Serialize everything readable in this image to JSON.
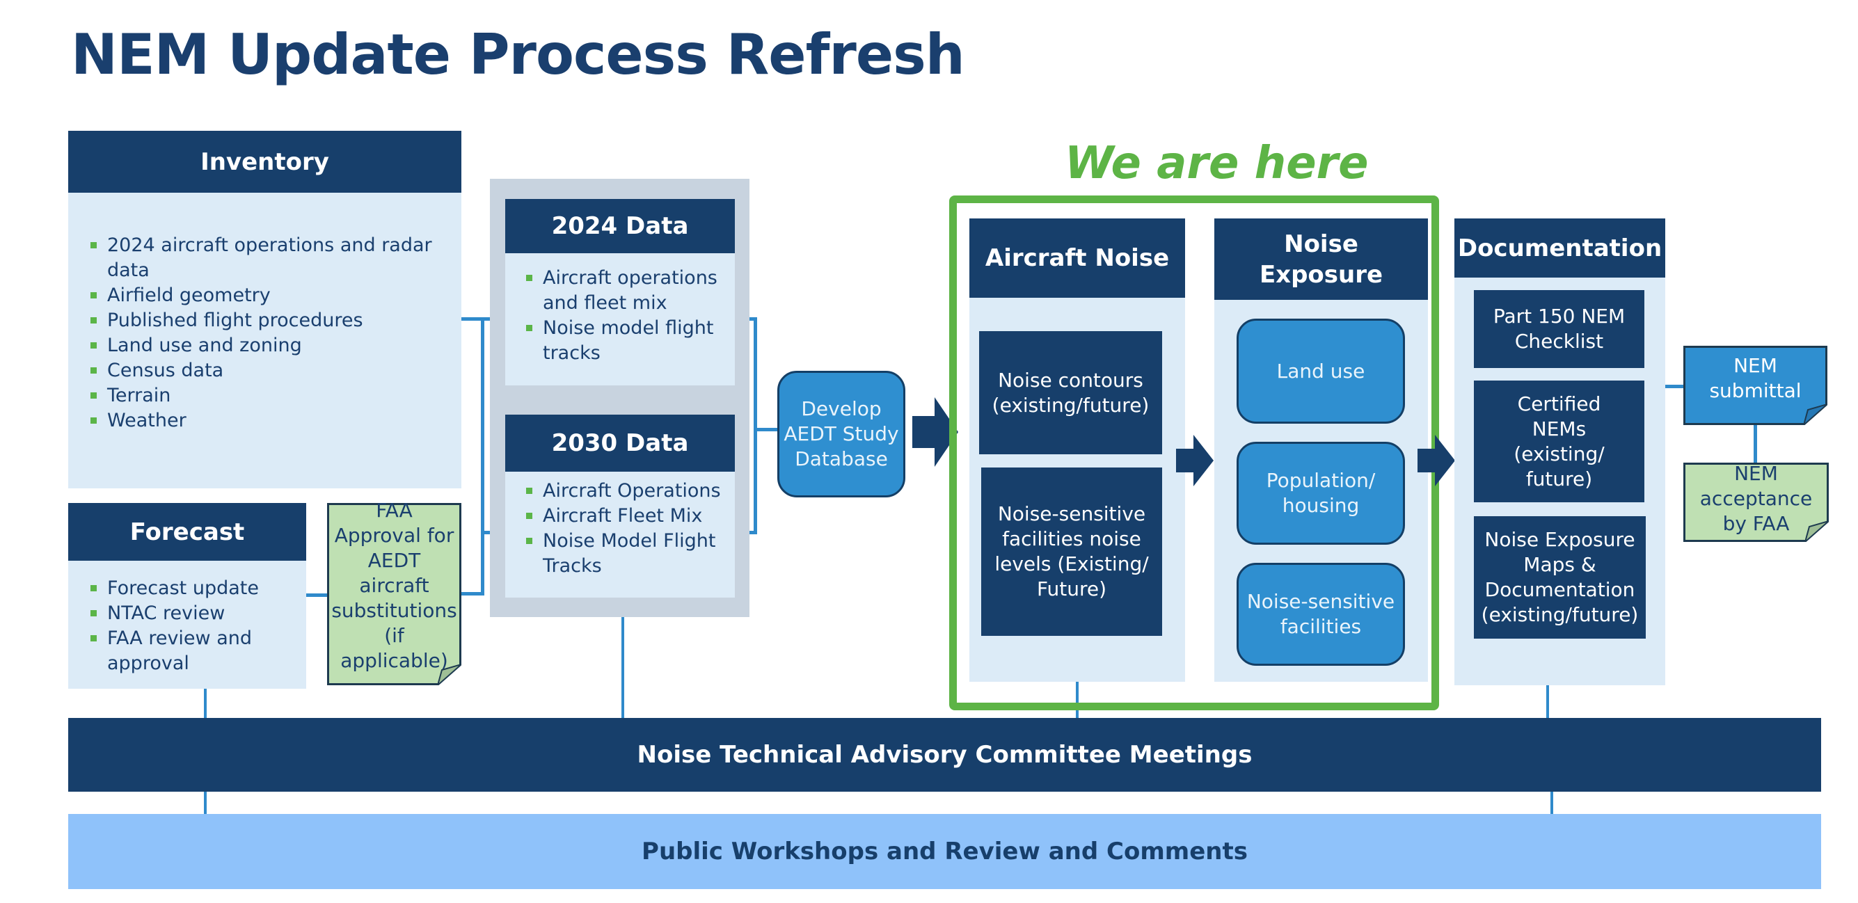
{
  "title": "NEM Update Process Refresh",
  "we_are_here": "We are here",
  "inventory": {
    "header": "Inventory",
    "items": [
      "2024 aircraft operations and radar data",
      "Airfield geometry",
      "Published flight procedures",
      "Land use and zoning",
      "Census data",
      "Terrain",
      "Weather"
    ]
  },
  "forecast": {
    "header": "Forecast",
    "items": [
      "Forecast update",
      "NTAC review",
      "FAA review and approval"
    ]
  },
  "faa_approval_note": "FAA Approval for AEDT aircraft substitutions (if applicable)",
  "data_2024": {
    "header": "2024 Data",
    "items": [
      "Aircraft operations and fleet mix",
      "Noise model flight tracks"
    ]
  },
  "data_2030": {
    "header": "2030 Data",
    "items": [
      "Aircraft Operations",
      "Aircraft Fleet Mix",
      "Noise Model Flight Tracks"
    ]
  },
  "develop_db": "Develop AEDT Study Database",
  "aircraft_noise": {
    "header": "Aircraft Noise",
    "boxes": [
      "Noise contours (existing/future)",
      "Noise-sensitive facilities noise levels (Existing/ Future)"
    ]
  },
  "noise_exposure": {
    "header": "Noise Exposure",
    "boxes": [
      "Land use",
      "Population/ housing",
      "Noise-sensitive facilities"
    ]
  },
  "documentation": {
    "header": "Documentation",
    "boxes": [
      "Part 150 NEM Checklist",
      "Certified NEMs (existing/ future)",
      "Noise Exposure Maps & Documentation (existing/future)"
    ]
  },
  "nem_submittal": "NEM submittal",
  "nem_acceptance": "NEM acceptance by FAA",
  "ntac_bar": "Noise Technical Advisory Committee Meetings",
  "public_bar": "Public Workshops and Review and Comments",
  "colors": {
    "navy": "#173f6b",
    "light_panel": "#dcebf7",
    "accent_blue": "#2f8fd0",
    "green_highlight": "#5db446",
    "note_green": "#bfe0b3",
    "public_bar": "#8fc2fa"
  }
}
